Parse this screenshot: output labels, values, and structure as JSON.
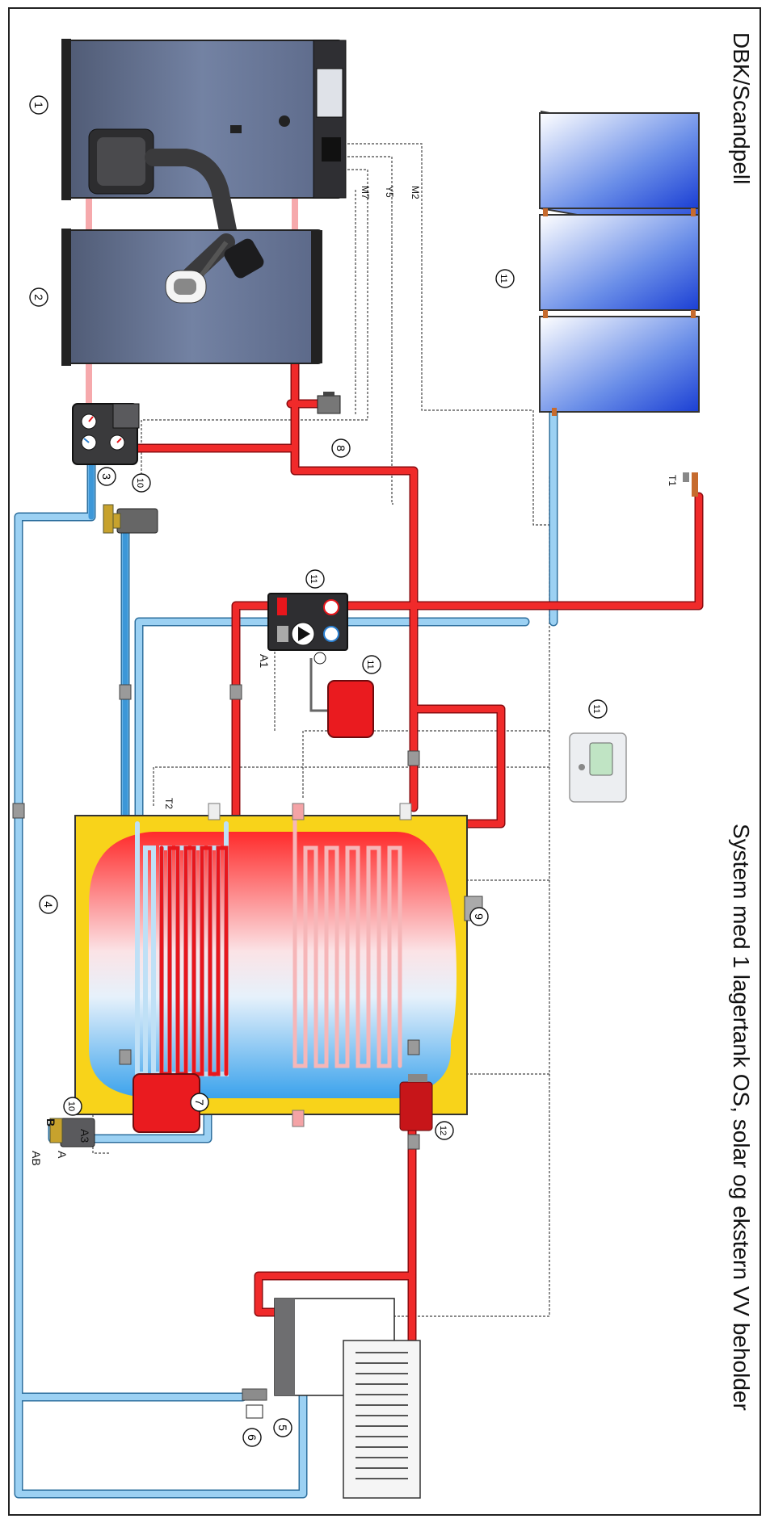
{
  "brand": "DBK/Scandpell",
  "title": "System med 1 lagertank OS, solar og ekstern VV beholder",
  "colors": {
    "hot": "#e8161c",
    "hot_light": "#f4a3a6",
    "cold": "#7ec0ec",
    "cold_light": "#cfe6f7",
    "tank_yellow": "#f8d31a",
    "steel": "#6c7c98",
    "border": "#222222"
  },
  "callouts": [
    "1",
    "2",
    "3",
    "4",
    "5",
    "6",
    "7",
    "8",
    "9",
    "10",
    "10",
    "11",
    "11",
    "11",
    "11",
    "12"
  ],
  "sensor_labels": {
    "t1": "T1",
    "t2": "T2",
    "m7": "M7",
    "y5": "Y5",
    "m2": "M2",
    "a1": "A1",
    "a3": "A3",
    "b": "B",
    "ab": "AB",
    "a": "A"
  }
}
